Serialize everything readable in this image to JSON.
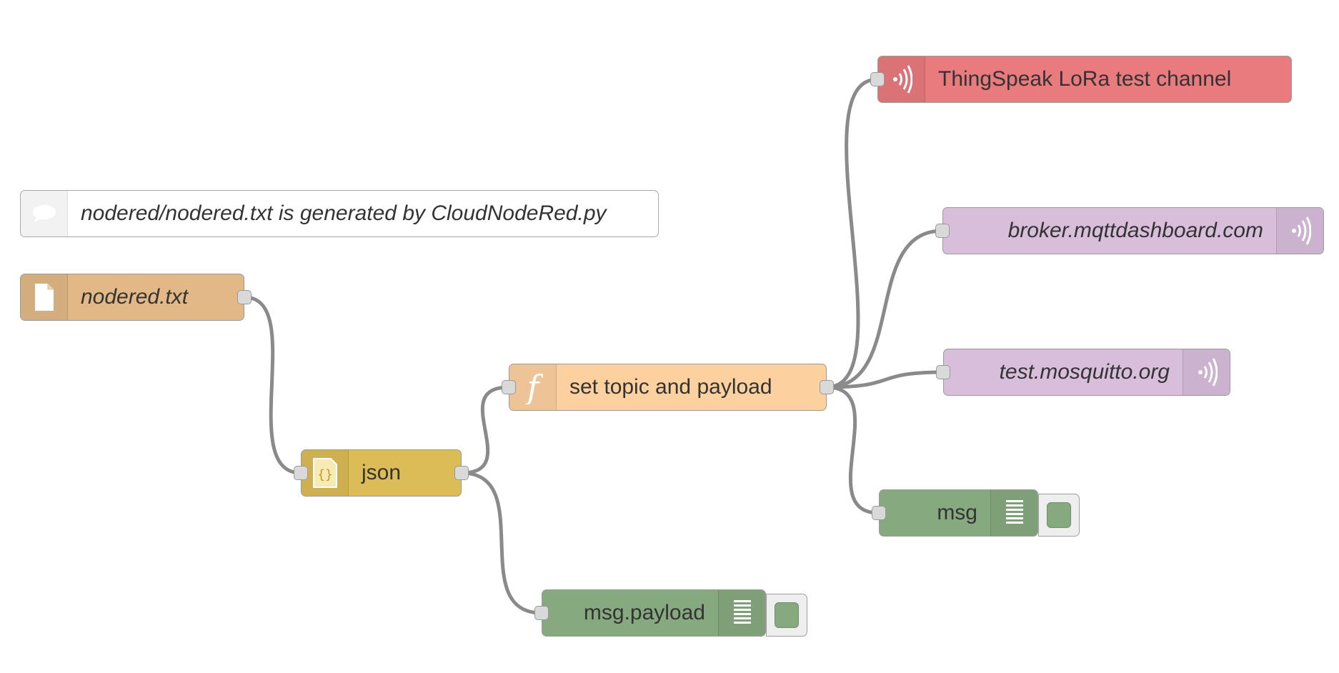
{
  "canvas": {
    "background": "#ffffff",
    "wire_color": "#8a8a8a"
  },
  "comment": {
    "text": "nodered/nodered.txt is generated by CloudNodeRed.py",
    "icon": "comment-icon"
  },
  "nodes": {
    "file_in": {
      "label": "nodered.txt",
      "icon": "file-icon",
      "color": "#e2b887"
    },
    "json": {
      "label": "json",
      "icon": "json-braces-icon",
      "color": "#dcbc56"
    },
    "function": {
      "label": "set topic and payload",
      "icon": "function-icon",
      "color": "#fdd09f"
    },
    "thingspeak": {
      "label": "ThingSpeak LoRa test channel",
      "icon": "broadcast-icon",
      "color": "#e97a7d"
    },
    "mqtt_dashboard": {
      "label": "broker.mqttdashboard.com",
      "icon": "broadcast-icon",
      "color": "#d8bedb"
    },
    "mqtt_mosquitto": {
      "label": "test.mosquitto.org",
      "icon": "broadcast-icon",
      "color": "#d8bedb"
    },
    "debug_msg": {
      "label": "msg",
      "icon": "debug-list-icon",
      "color": "#87a980"
    },
    "debug_payload": {
      "label": "msg.payload",
      "icon": "debug-list-icon",
      "color": "#87a980"
    }
  }
}
